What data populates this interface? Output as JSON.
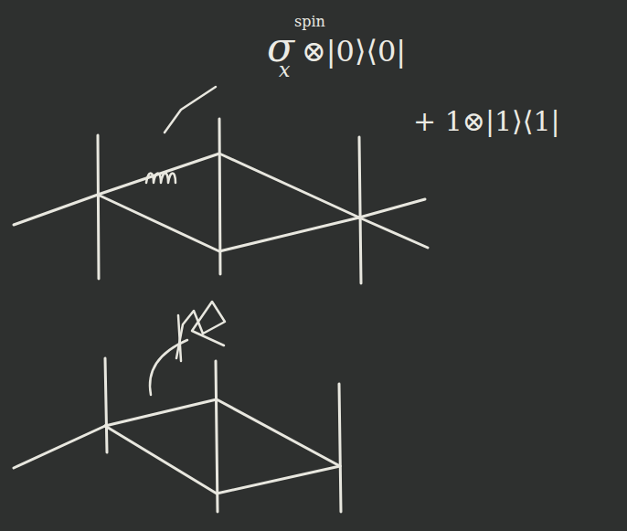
{
  "diagram": {
    "labels": [
      "σ",
      "x",
      "spin",
      "⊗|0⟩⟨0|",
      "+ 1⊗|1⟩⟨1|"
    ]
  }
}
